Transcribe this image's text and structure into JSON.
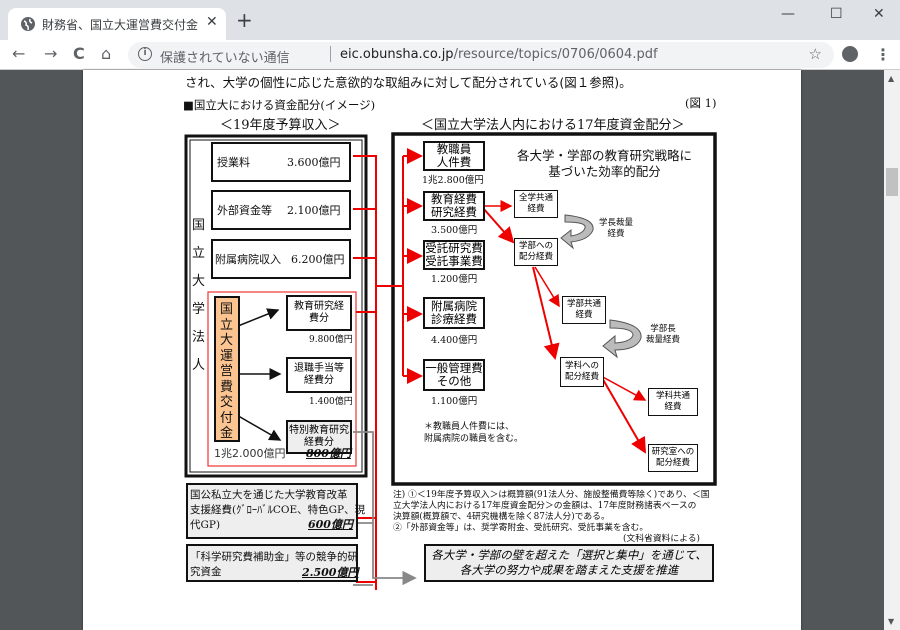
{
  "browser": {
    "tab_title": "財務省、国立大運営費交付金を試",
    "new_tab": "+",
    "omnibox": {
      "security_label": "保護されていない通信",
      "url_host": "eic.obunsha.co.jp",
      "url_path": "/resource/topics/0706/0604.pdf"
    },
    "window_controls": {
      "minimize": "—",
      "maximize": "☐",
      "close": "✕"
    },
    "nav": {
      "back": "←",
      "forward": "→",
      "reload": "C",
      "home": "⌂",
      "star": "☆",
      "menu": "⋮",
      "close_tab": "✕"
    }
  },
  "document": {
    "intro_line": "され、大学の個性に応じた意欲的な取組みに対して配分されている(図１参照)。",
    "figure_title": "■国立大における資金配分(イメージ)",
    "figure_number": "(図 1)",
    "left_header": "＜19年度予算収入＞",
    "right_header": "＜国立大学法人内における17年度資金配分＞",
    "left_panel": {
      "vertical_label": "国立大学法人",
      "income": [
        {
          "label": "授業料",
          "value": "3.600億円"
        },
        {
          "label": "外部資金等",
          "value": "2.100億円"
        },
        {
          "label": "附属病院収入",
          "value": "6.200億円"
        }
      ],
      "grant": {
        "label": "国立大運営費交付金",
        "total": "1兆2.000億円",
        "items": [
          {
            "label": "教育研究経費分",
            "value": "9.800億円"
          },
          {
            "label": "退職手当等経費分",
            "value": "1.400億円"
          },
          {
            "label": "特別教育研究経費分",
            "value": "800億円"
          }
        ]
      }
    },
    "extra_boxes": [
      {
        "label": "国公私立大を通じた大学教育改革支援経費(グローバルCOE、特色GP、現代GP)",
        "line1": "国公私立大を通じた大学教育改革",
        "line2": "支援経費(ｸﾞﾛｰﾊﾞﾙCOE、特色GP、現",
        "line3": "代GP)",
        "value": "600億円"
      },
      {
        "line1": "「科学研究費補助金」等の競争的研",
        "line2": "究資金",
        "value": "2.500億円"
      }
    ],
    "right_panel": {
      "strategy_title_line1": "各大学・学部の教育研究戦略に",
      "strategy_title_line2": "基づいた効率的配分",
      "allocations": [
        {
          "line1": "教職員",
          "line2": "人件費",
          "value": "1兆2.800億円"
        },
        {
          "line1": "教育経費",
          "line2": "研究経費",
          "value": "3.500億円"
        },
        {
          "line1": "受託研究費",
          "line2": "受託事業費",
          "value": "1.200億円"
        },
        {
          "line1": "附属病院",
          "line2": "診療経費",
          "value": "4.400億円"
        },
        {
          "line1": "一般管理費",
          "line2": "その他",
          "value": "1.100億円"
        }
      ],
      "flow": {
        "univ_common_1": "全学共通",
        "univ_common_2": "経費",
        "president_1": "学長裁量",
        "president_2": "経費",
        "to_faculty_1": "学部への",
        "to_faculty_2": "配分経費",
        "faculty_common_1": "学部共通",
        "faculty_common_2": "経費",
        "dean_1": "学部長",
        "dean_2": "裁量経費",
        "to_dept_1": "学科への",
        "to_dept_2": "配分経費",
        "dept_common_1": "学科共通",
        "dept_common_2": "経費",
        "to_lab_1": "研究室への",
        "to_lab_2": "配分経費"
      },
      "footnote_1": "＊教職員人件費には、",
      "footnote_2": "附属病院の職員を含む。"
    },
    "notes": [
      "注) ①＜19年度予算収入＞は概算額(91法人分、施設整備費等除く)であり、＜国",
      "立大学法人内における17年度資金配分＞の金額は、17年度財務諸表ベースの",
      "決算額(概算額で、4研究機構を除く87法人分)である。",
      "②「外部資金等」は、奨学寄附金、受託研究、受託事業を含む。"
    ],
    "source": "(文科省資料による)",
    "conclusion_line1": "各大学・学部の壁を超えた「選択と集中」を通じて、",
    "conclusion_line2": "各大学の努力や成果を踏まえた支援を推進"
  }
}
